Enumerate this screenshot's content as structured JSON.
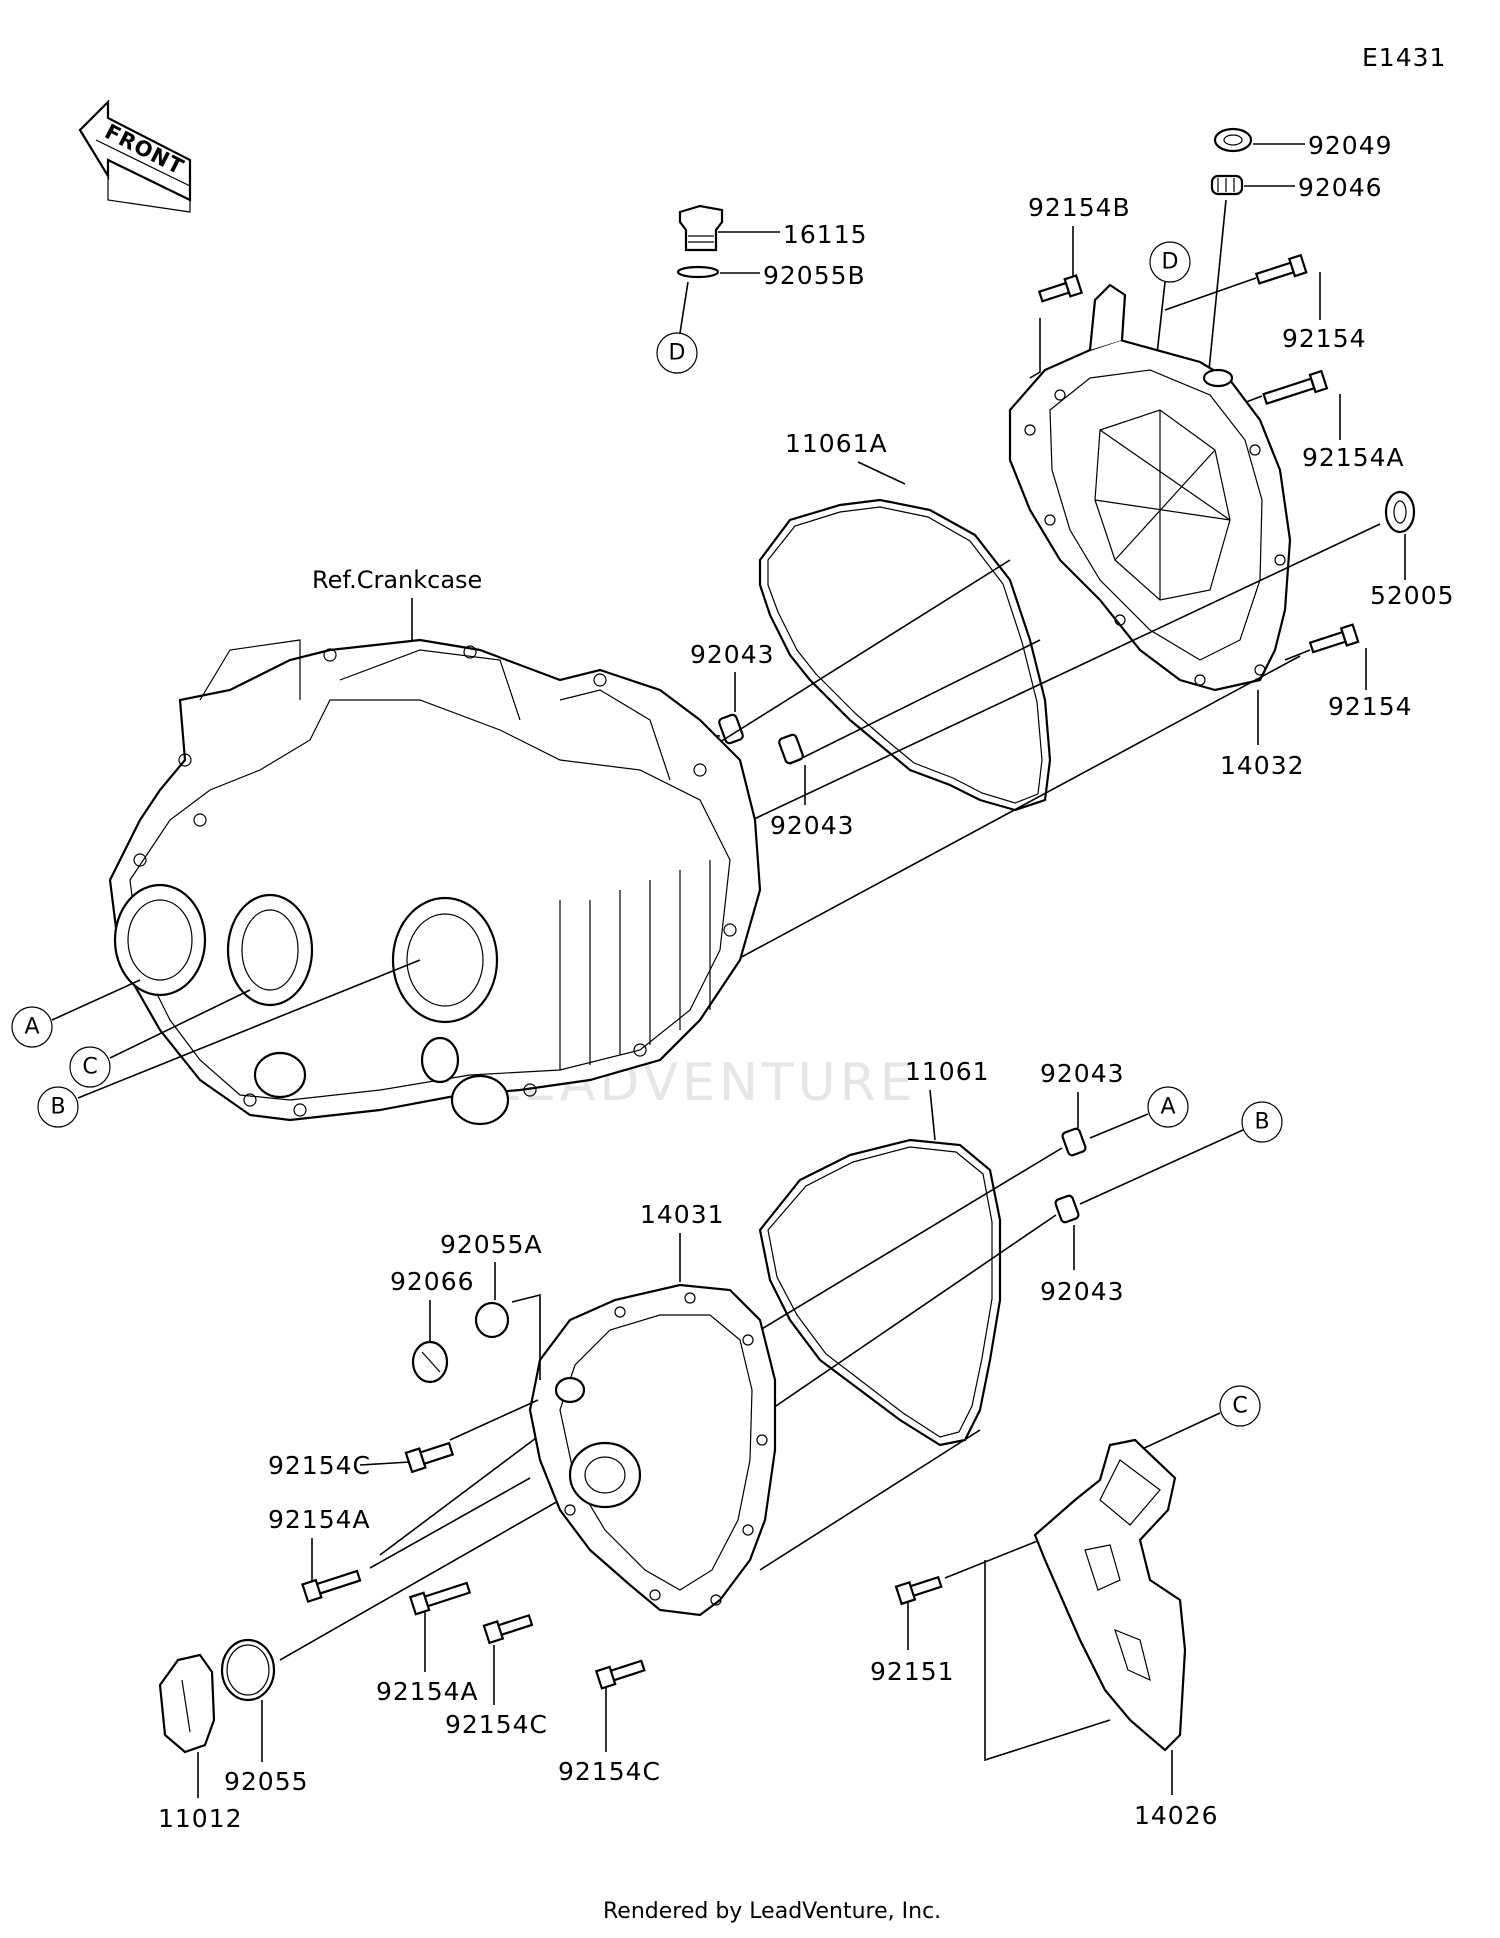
{
  "diagram_code": "E1431",
  "front_label": "FRONT",
  "reference": "Ref.Crankcase",
  "watermark": "LEADVENTURE",
  "credit": "Rendered by LeadVenture, Inc.",
  "parts": {
    "p92049": "92049",
    "p92046": "92046",
    "p16115": "16115",
    "p92055B": "92055B",
    "p92154B": "92154B",
    "p92154_top": "92154",
    "p92154A_top": "92154A",
    "p11061A": "11061A",
    "p52005": "52005",
    "p92043_a": "92043",
    "p92043_b": "92043",
    "p92154_mid": "92154",
    "p14032": "14032",
    "p11061": "11061",
    "p92043_c": "92043",
    "p92043_d": "92043",
    "p14031": "14031",
    "p92055A": "92055A",
    "p92066": "92066",
    "p92154C_a": "92154C",
    "p92154A_a": "92154A",
    "p92154A_b": "92154A",
    "p92154C_b": "92154C",
    "p92154C_c": "92154C",
    "p92055": "92055",
    "p11012": "11012",
    "p92151": "92151",
    "p14026": "14026"
  },
  "callouts": {
    "D1": "D",
    "D2": "D",
    "A1": "A",
    "C1": "C",
    "B1": "B",
    "A2": "A",
    "B2": "B",
    "C2": "C"
  }
}
